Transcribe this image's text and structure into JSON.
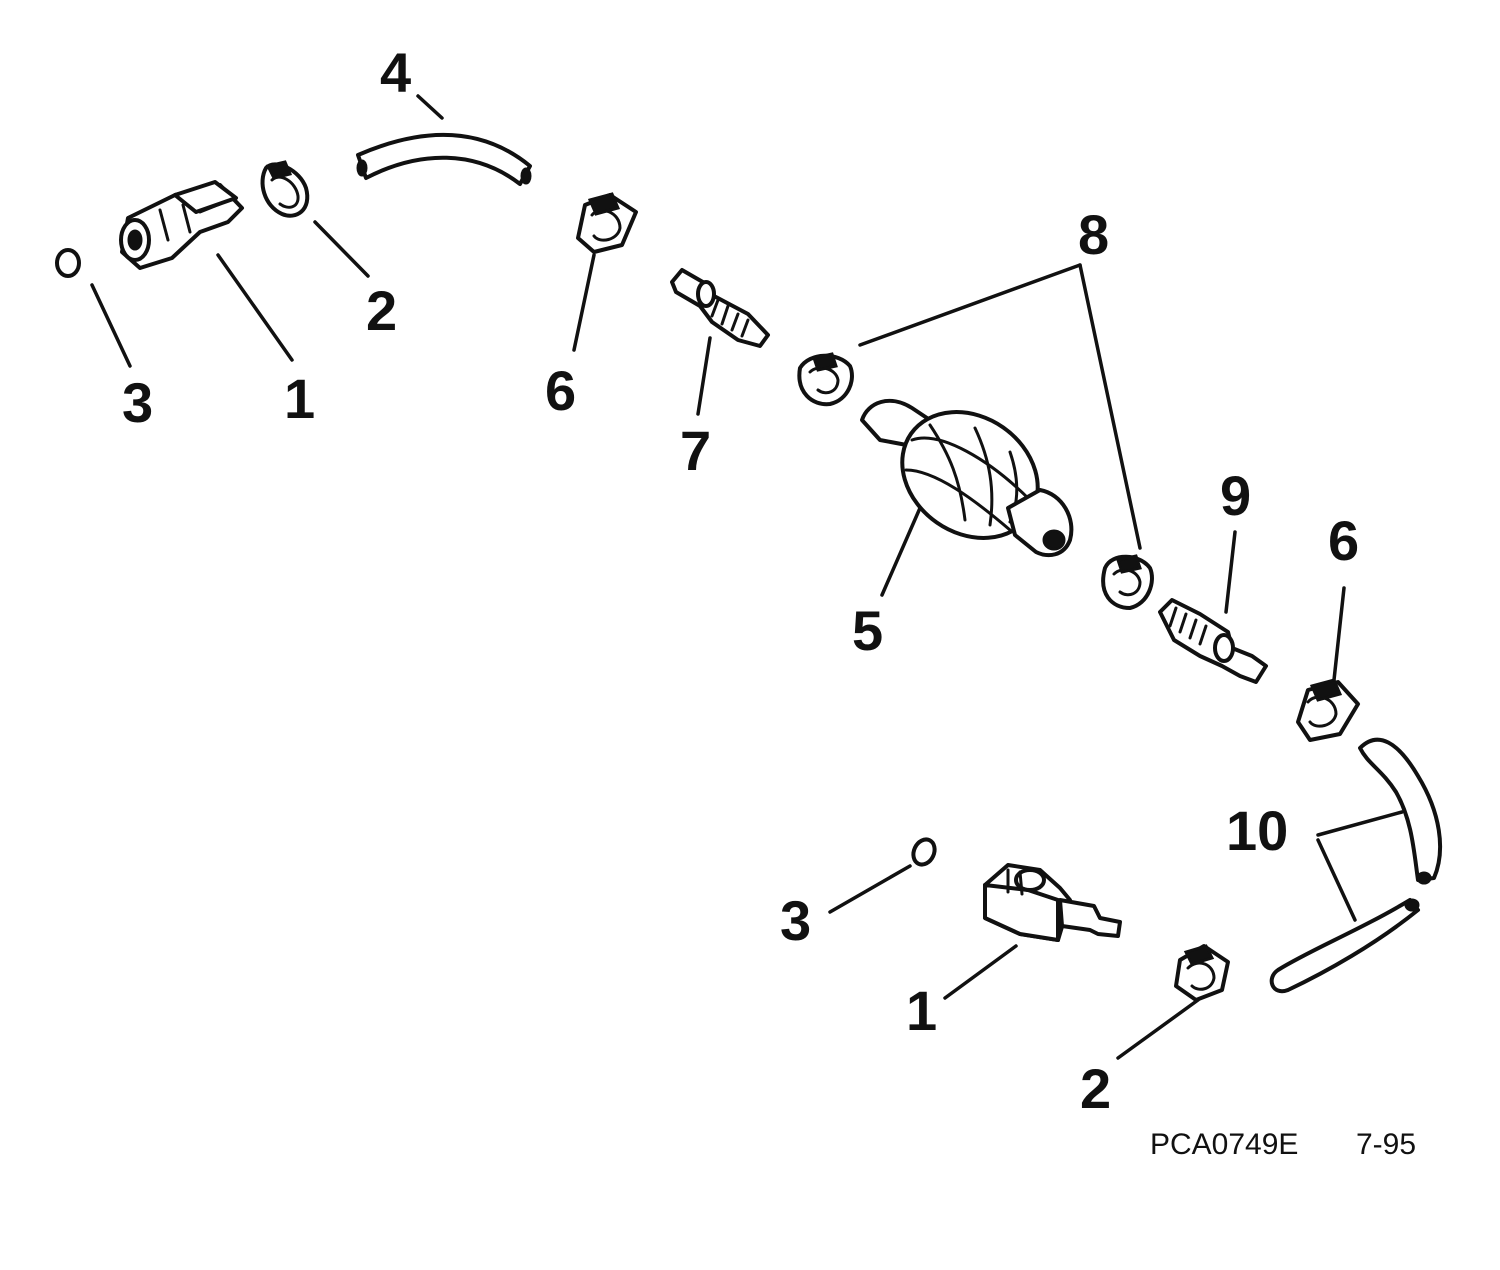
{
  "callouts": {
    "c1a": "1",
    "c1b": "1",
    "c2a": "2",
    "c2b": "2",
    "c3a": "3",
    "c3b": "3",
    "c4": "4",
    "c5": "5",
    "c6a": "6",
    "c6b": "6",
    "c7": "7",
    "c8": "8",
    "c9": "9",
    "c10": "10"
  },
  "figure": {
    "code": "PCA0749E",
    "date": "7-95"
  }
}
